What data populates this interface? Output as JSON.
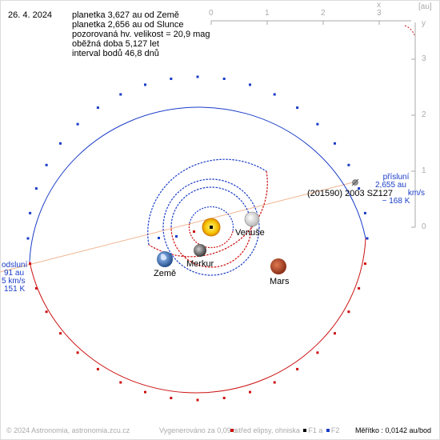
{
  "date": "26. 4. 2024",
  "info_lines": [
    "planetka 3,627 au od Země",
    "planetka 2,656 au od Slunce",
    "pozorovaná hv. velikost = 20,9 mag",
    "oběžná doba 5,127 let",
    "interval bodů 46,8 dnů"
  ],
  "scale": {
    "unit": "[au]",
    "x_letter": "x",
    "y_letter": "y",
    "x_ticks": [
      "0",
      "1",
      "2",
      "3"
    ],
    "y_ticks": [
      "3",
      "2",
      "1",
      "0"
    ]
  },
  "asteroid": {
    "name": "(201590) 2003 SZ127"
  },
  "perihelion": {
    "title": "přísluní",
    "dist": "2,655 au",
    "speed": "km/s",
    "temp": "~ 168 K"
  },
  "aphelion": {
    "title": "odsluní",
    "dist": "91 au",
    "speed": "5 km/s",
    "temp": "151 K"
  },
  "planets": {
    "earth": "Země",
    "mercury": "Merkur",
    "venus": "Venuše",
    "mars": "Mars"
  },
  "footer": {
    "copyright": "© 2024 Astronomia, astronomia.zcu.cz",
    "generated": "Vygenerováno za 0,09 s",
    "legend_center": "střed elipsy, ohniska",
    "legend_f1": "F1 a",
    "legend_f2": "F2",
    "scale_text": "Měřítko : 0,0142 au/bod"
  },
  "colors": {
    "orbit_above": "#1a3cc8",
    "orbit_below": "#cc1111",
    "apsis_line": "#f0b590",
    "sun": "#f5c400",
    "mars": "#c0502a",
    "scale_gray": "#aaaaaa"
  }
}
